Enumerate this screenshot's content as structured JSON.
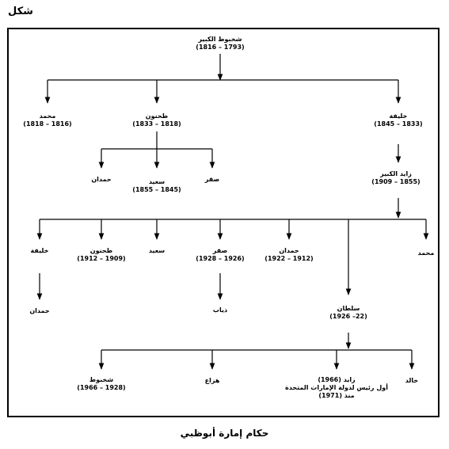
{
  "figure_label": "شكل",
  "caption": "حكام إمارة أبوظبي",
  "line_color": "#000000",
  "nodes": {
    "shakhbut_kabir": {
      "name": "شخبوط الكبير",
      "dates": "(1816 – 1793)"
    },
    "muhammad_1": {
      "name": "محمد",
      "dates": "(1818 – 1816)"
    },
    "tahnun_1": {
      "name": "طحنون",
      "dates": "(1833 – 1818)"
    },
    "khalifa_1": {
      "name": "خليفة",
      "dates": "(1845 – 1833)"
    },
    "hamdan_1": {
      "name": "حمدان"
    },
    "saeed_1": {
      "name": "سعيد",
      "dates": "(1855 – 1845)"
    },
    "saqr_1": {
      "name": "صقر"
    },
    "zayed_kabir": {
      "name": "زايد الكبير",
      "dates": "(1909 – 1855)"
    },
    "khalifa_2": {
      "name": "خليفة"
    },
    "tahnun_2": {
      "name": "طحنون",
      "dates": "(1912 – 1909)"
    },
    "saeed_2": {
      "name": "سعيد"
    },
    "saqr_2": {
      "name": "صقر",
      "dates": "(1928 – 1926)"
    },
    "hamdan_2": {
      "name": "حمدان",
      "dates": "(1922 – 1912)"
    },
    "sultan": {
      "name": "سلطان",
      "dates": "(1926 –22)"
    },
    "muhammad_2": {
      "name": "محمد"
    },
    "hamdan_3": {
      "name": "حمدان"
    },
    "dhiab": {
      "name": "ذياب"
    },
    "shakhbut_2": {
      "name": "شخبوط",
      "dates": "(1966 – 1928)"
    },
    "hazza": {
      "name": "هزاع"
    },
    "zayed_2": {
      "name": "زايد (1966)",
      "note": "أول رئيس لدولة الإمارات المتحدة",
      "dates": "منذ (1971)"
    },
    "khalid": {
      "name": "خالد"
    }
  }
}
